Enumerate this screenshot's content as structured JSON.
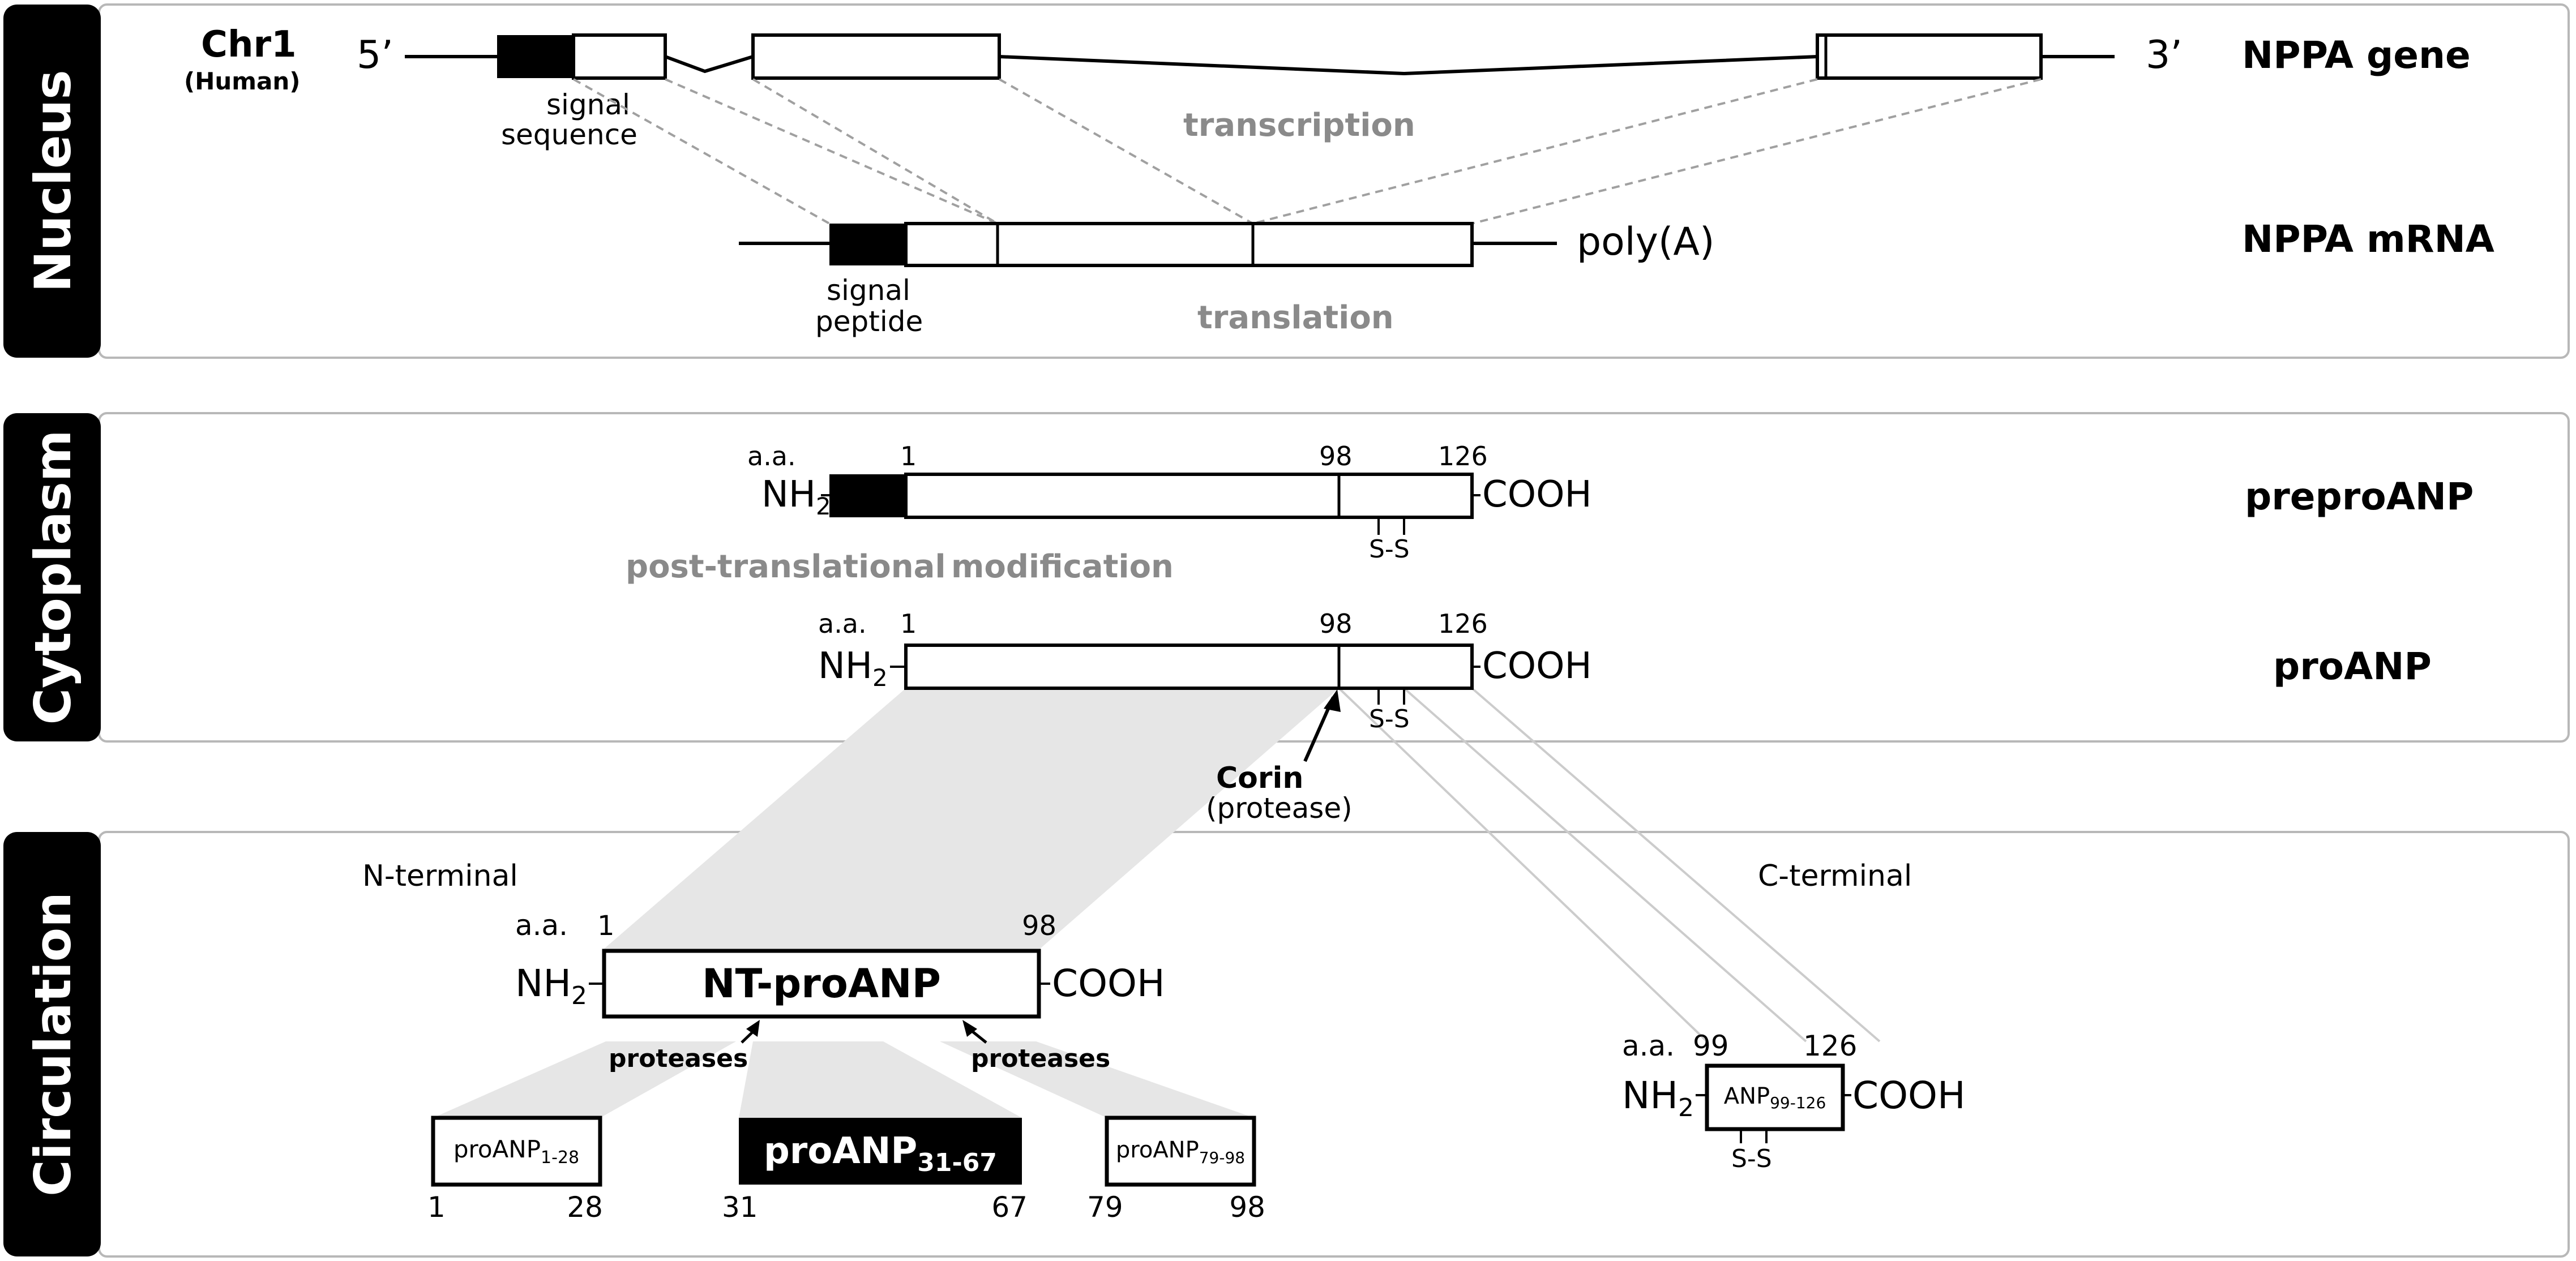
{
  "sections": {
    "nucleus": "Nucleus",
    "cytoplasm": "Cytoplasm",
    "circulation": "Circulation"
  },
  "gene": {
    "chromosome": "Chr1",
    "species": "(Human)",
    "five_prime": "5’",
    "three_prime": "3’",
    "signal_sequence_line1": "signal",
    "signal_sequence_line2": "sequence",
    "transcription": "transcription",
    "name": "NPPA gene"
  },
  "mrna": {
    "poly_a": "poly(A)",
    "signal_peptide_line1": "signal",
    "signal_peptide_line2": "peptide",
    "translation": "translation",
    "name": "NPPA mRNA"
  },
  "preproanp": {
    "aa": "a.a.",
    "nh2": "NH",
    "nh2_sub": "2",
    "cooh": "COOH",
    "pos_1": "1",
    "pos_98": "98",
    "pos_126": "126",
    "disulfide": "S-S",
    "ptm_word1": "post-translational",
    "ptm_word2": "modification",
    "name": "preproANP"
  },
  "proanp": {
    "aa": "a.a.",
    "nh2": "NH",
    "nh2_sub": "2",
    "cooh": "COOH",
    "pos_1": "1",
    "pos_98": "98",
    "pos_126": "126",
    "disulfide": "S-S",
    "name": "proANP",
    "corin": "Corin",
    "corin_role": "(protease)"
  },
  "circulation": {
    "n_terminal": "N-terminal",
    "c_terminal": "C-terminal",
    "nt": {
      "aa": "a.a.",
      "pos_1": "1",
      "pos_98": "98",
      "nh2": "NH",
      "nh2_sub": "2",
      "cooh": "COOH",
      "label": "NT-proANP",
      "proteases_left": "proteases",
      "proteases_right": "proteases"
    },
    "ct": {
      "aa": "a.a.",
      "pos_99": "99",
      "pos_126": "126",
      "nh2": "NH",
      "nh2_sub": "2",
      "cooh": "COOH",
      "label": "ANP",
      "label_sub": "99-126",
      "disulfide": "S-S"
    },
    "fragments": [
      {
        "label": "proANP",
        "sub": "1-28",
        "start": "1",
        "end": "28"
      },
      {
        "label": "proANP",
        "sub": "31-67",
        "start": "31",
        "end": "67"
      },
      {
        "label": "proANP",
        "sub": "79-98",
        "start": "79",
        "end": "98"
      }
    ]
  },
  "colors": {
    "tab": "#000000",
    "panel_border": "#b8b8b8",
    "grey_text": "#8a8a8a",
    "fan": "#e6e6e6",
    "dashed": "#a0a0a0"
  }
}
